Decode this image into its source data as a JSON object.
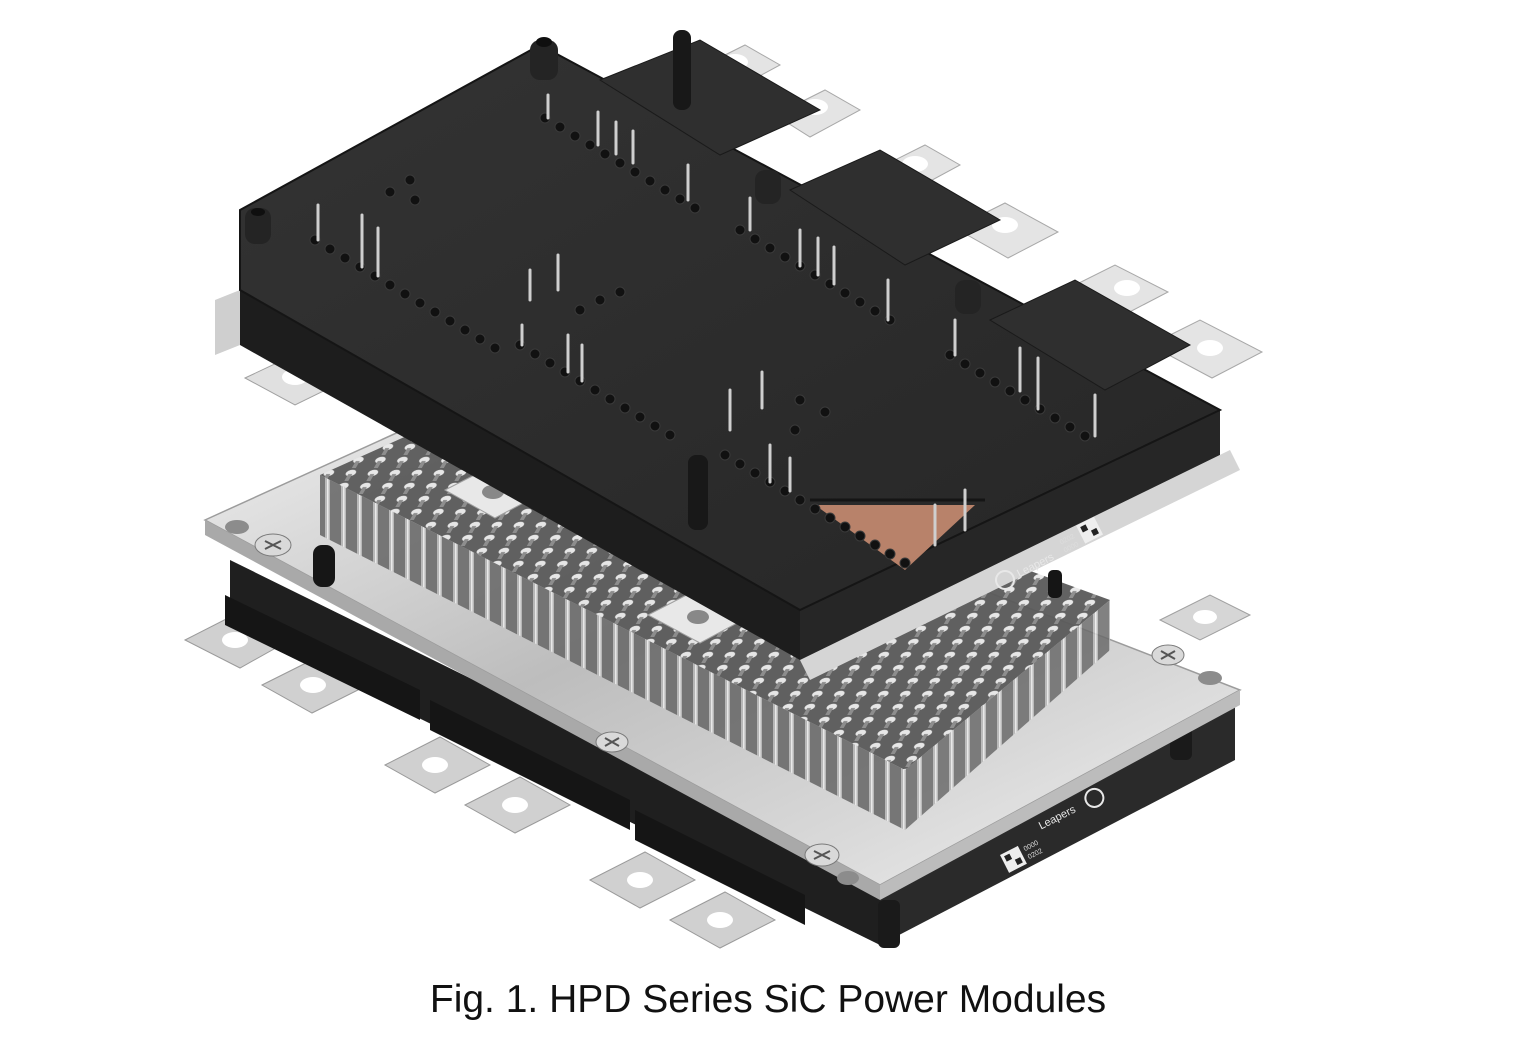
{
  "figure": {
    "caption": "Fig. 1. HPD Series SiC Power Modules",
    "subject": "Exploded isometric render of an HPD SiC power module: black housing with signal pins above a pin-fin baseplate module",
    "top_module": {
      "brand_label": "Leapers",
      "code_line_1": "0202",
      "code_line_2": "0000",
      "colors": {
        "housing": "#2b2b2b",
        "housing_edge": "#1a1a1a",
        "terminal": "#d9d9d9",
        "copper": "#b8826a",
        "pin": "#c8c8c8"
      }
    },
    "bottom_module": {
      "brand_label": "Leapers",
      "code_line_1": "0000",
      "code_line_2": "0202",
      "colors": {
        "baseplate": "#c4c4c4",
        "baseplate_light": "#e6e6e6",
        "pin_fin": "#9a9a9a",
        "housing": "#232323",
        "terminal": "#cfcfcf"
      }
    }
  }
}
